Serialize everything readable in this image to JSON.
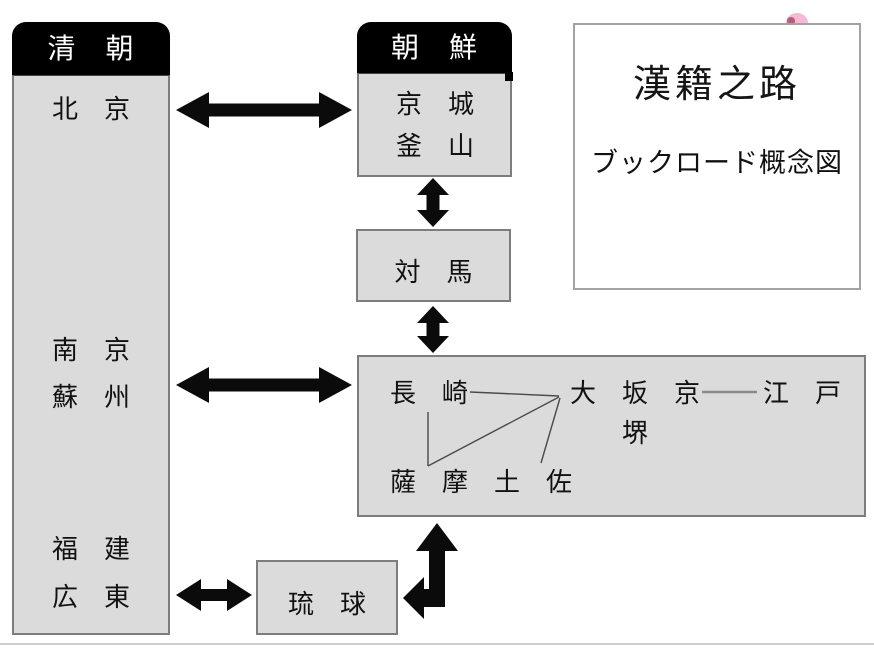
{
  "legend": {
    "title": "漢籍之路",
    "subtitle": "ブックロード概念図"
  },
  "qing": {
    "header": "清　朝",
    "cities": {
      "beijing": "北　京",
      "nanjing": "南　京",
      "suzhou": "蘇　州",
      "fujian": "福　建",
      "guangdong": "広　東"
    }
  },
  "korea": {
    "header": "朝　鮮",
    "seoul": "京　城",
    "busan": "釜　山"
  },
  "tsushima": {
    "label": "対　馬"
  },
  "japan": {
    "nagasaki": "長　崎",
    "osaka_kyoto": "大　坂　京",
    "edo": "江　戸",
    "sakai": "堺",
    "satsuma_tosa": "薩　摩　土　佐"
  },
  "ryukyu": {
    "label": "琉　球"
  },
  "colors": {
    "box_fill": "#dbdbdb",
    "box_border": "#7d7d7d",
    "header_fill": "#000000",
    "arrow": "#0b0b0b",
    "decoration_pink": "#f6b8d2"
  }
}
